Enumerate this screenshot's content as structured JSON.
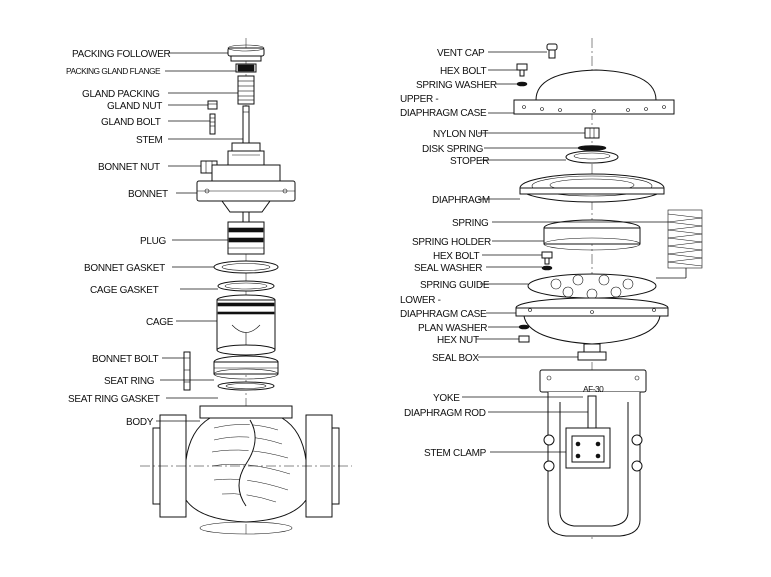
{
  "left_labels": {
    "packing_follower": "PACKING FOLLOWER",
    "packing_gland_flange": "PACKING GLAND FLANGE",
    "gland_packing": "GLAND PACKING",
    "gland_nut": "GLAND NUT",
    "gland_bolt": "GLAND BOLT",
    "stem": "STEM",
    "bonnet_nut": "BONNET NUT",
    "bonnet": "BONNET",
    "plug": "PLUG",
    "bonnet_gasket": "BONNET GASKET",
    "cage_gasket": "CAGE GASKET",
    "cage": "CAGE",
    "bonnet_bolt": "BONNET BOLT",
    "seat_ring": "SEAT RING",
    "seat_ring_gasket": "SEAT RING GASKET",
    "body": "BODY"
  },
  "right_labels": {
    "vent_cap": "VENT CAP",
    "hex_bolt_top": "HEX BOLT",
    "spring_washer": "SPRING WASHER",
    "upper_case_1": "UPPER -",
    "upper_case_2": "DIAPHRAGM CASE",
    "nylon_nut": "NYLON NUT",
    "disk_spring": "DISK SPRING",
    "stoper": "STOPER",
    "diaphragm": "DIAPHRAGM",
    "spring": "SPRING",
    "spring_holder": "SPRING HOLDER",
    "hex_bolt_mid": "HEX BOLT",
    "seal_washer": "SEAL WASHER",
    "spring_guide": "SPRING GUIDE",
    "lower_case_1": "LOWER -",
    "lower_case_2": "DIAPHRAGM CASE",
    "plan_washer": "PLAN WASHER",
    "hex_nut": "HEX NUT",
    "seal_box": "SEAL BOX",
    "yoke": "YOKE",
    "diaphragm_rod": "DIAPHRAGM ROD",
    "stem_clamp": "STEM CLAMP"
  },
  "yoke_marking": "AF-30"
}
